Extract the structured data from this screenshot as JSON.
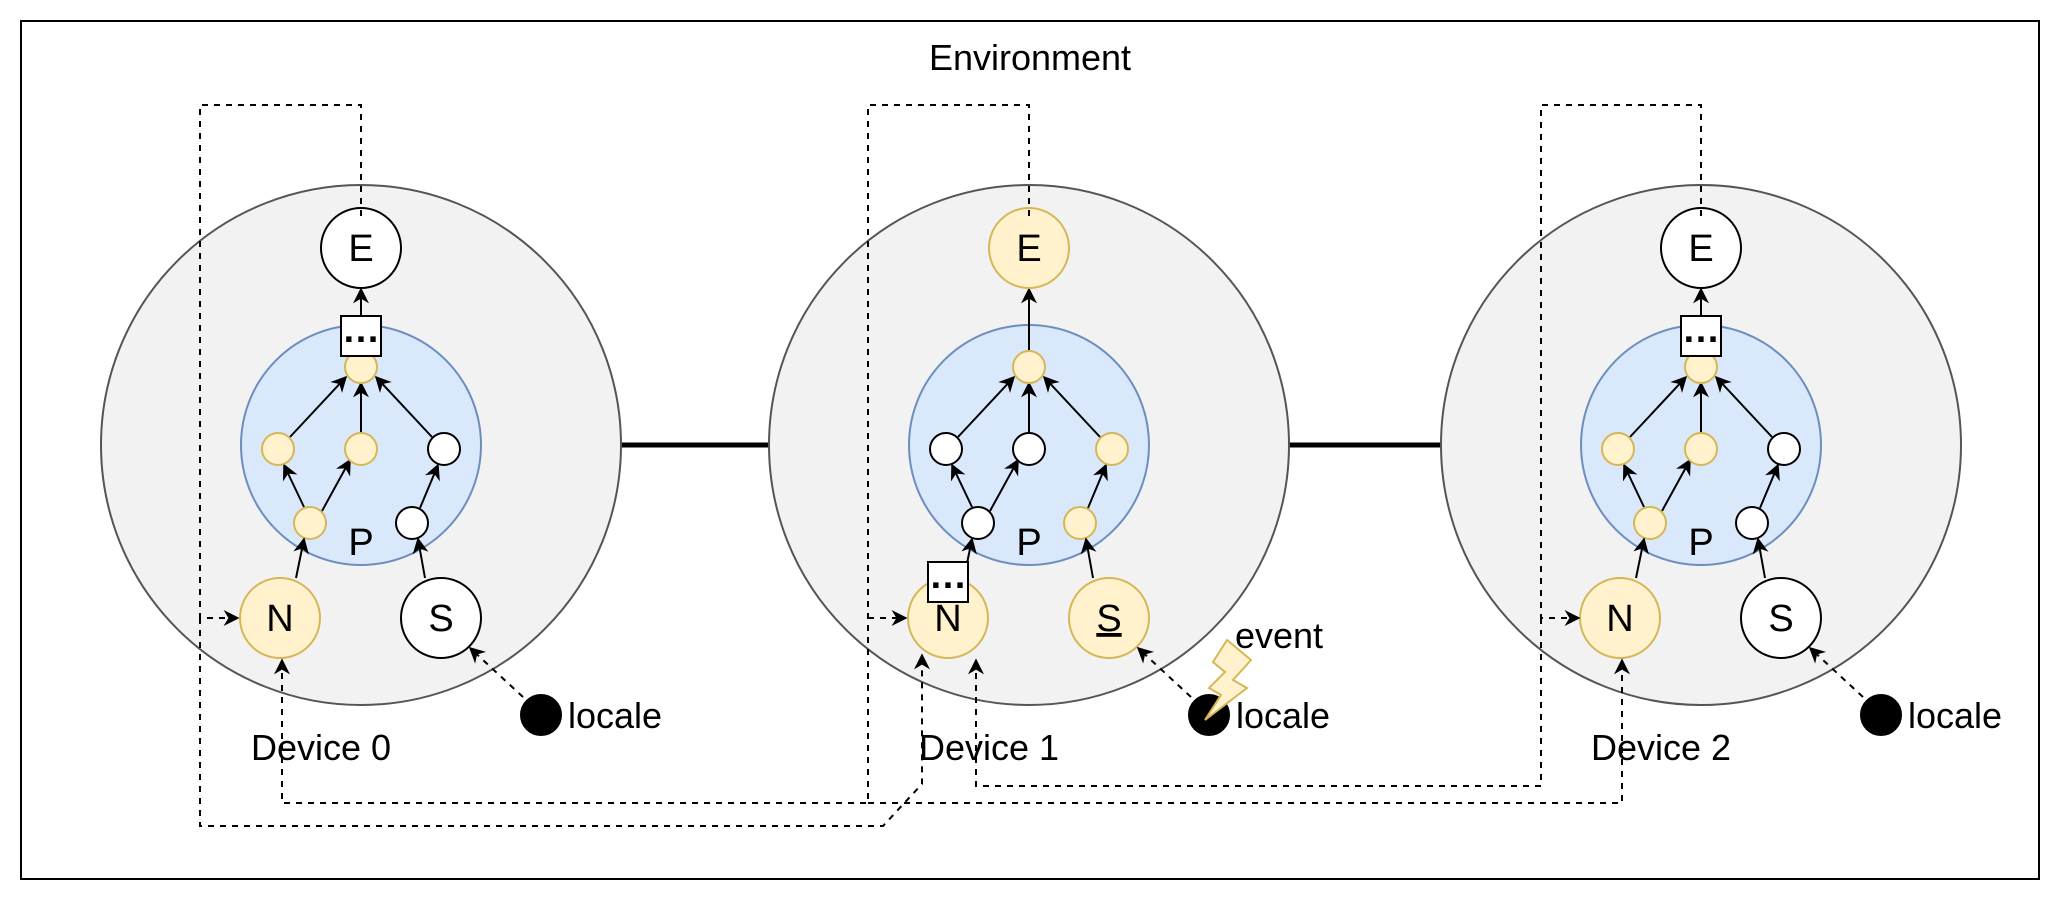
{
  "environment": {
    "label": "Environment"
  },
  "connection_line_color": "#000000",
  "colors": {
    "device_fill": "#f2f2f2",
    "device_stroke": "#555555",
    "program_fill": "#dae8fc",
    "program_stroke": "#6c8ebf",
    "active_fill": "#fff2cc",
    "active_stroke": "#d6b656",
    "inactive_fill": "#ffffff",
    "inactive_stroke": "#000000"
  },
  "devices": [
    {
      "label": "Device 0",
      "program_label": "P",
      "exec_label": "E",
      "exec_active": false,
      "neighbor_label": "N",
      "neighbor_active": true,
      "sensor_label": "S",
      "sensor_active": false,
      "sensor_underlined": false,
      "locale_label": "locale",
      "inner_active": {
        "top": true,
        "l1": true,
        "l2": true,
        "l3": false,
        "b1": true,
        "b2": false
      },
      "ellipsis_on_exec": true,
      "ellipsis_on_neighbor": false,
      "event_label": ""
    },
    {
      "label": "Device 1",
      "program_label": "P",
      "exec_label": "E",
      "exec_active": true,
      "neighbor_label": "N",
      "neighbor_active": true,
      "sensor_label": "S",
      "sensor_active": true,
      "sensor_underlined": true,
      "locale_label": "locale",
      "inner_active": {
        "top": true,
        "l1": false,
        "l2": false,
        "l3": true,
        "b1": false,
        "b2": true
      },
      "ellipsis_on_exec": false,
      "ellipsis_on_neighbor": true,
      "event_label": "event"
    },
    {
      "label": "Device 2",
      "program_label": "P",
      "exec_label": "E",
      "exec_active": false,
      "neighbor_label": "N",
      "neighbor_active": true,
      "sensor_label": "S",
      "sensor_active": false,
      "sensor_underlined": false,
      "locale_label": "locale",
      "inner_active": {
        "top": true,
        "l1": true,
        "l2": true,
        "l3": false,
        "b1": true,
        "b2": false
      },
      "ellipsis_on_exec": true,
      "ellipsis_on_neighbor": false,
      "event_label": ""
    }
  ],
  "ellipsis_icon": "…"
}
